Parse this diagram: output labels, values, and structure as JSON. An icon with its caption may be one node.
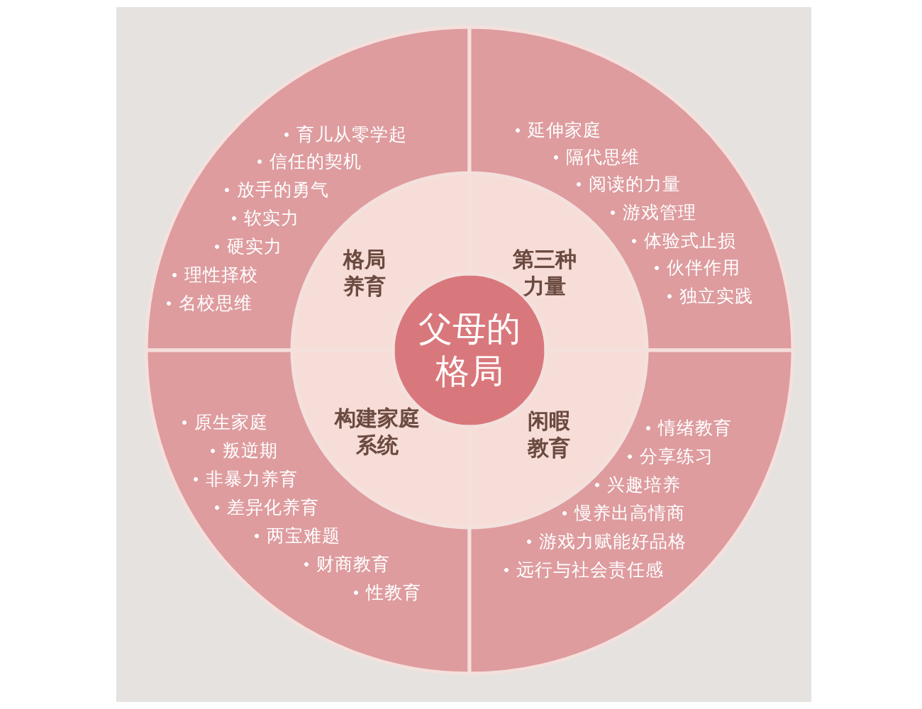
{
  "diagram": {
    "nodes": [
      {
        "text": [
          "父母的格局"
        ]
      },
      {
        "text": [
          "格局养育"
        ]
      },
      {
        "text": [
          "第三种力量"
        ]
      },
      {
        "text": [
          "构建家庭系统"
        ]
      },
      {
        "text": [
          "闲暇教育"
        ]
      },
      {
        "text": [
          "育儿从零学起",
          "信任的契机",
          "放手的勇气",
          "软实力",
          "硬实力",
          "理性择校",
          "名校思维"
        ]
      },
      {
        "text": [
          "延伸家庭",
          "隔代思维",
          "阅读的力量",
          "游戏管理",
          "体验式止损",
          "伙伴作用",
          "独立实践"
        ]
      },
      {
        "text": [
          "原生家庭",
          "叛逆期",
          "非暴力养育",
          "差异化养育",
          "两宝难题",
          "财商教育",
          "性教育"
        ]
      },
      {
        "text": [
          "情绪教育",
          "分享练习",
          "兴趣培养",
          "慢养出高情商",
          "游戏力赋能好品格",
          "远行与社会责任感"
        ]
      }
    ]
  }
}
